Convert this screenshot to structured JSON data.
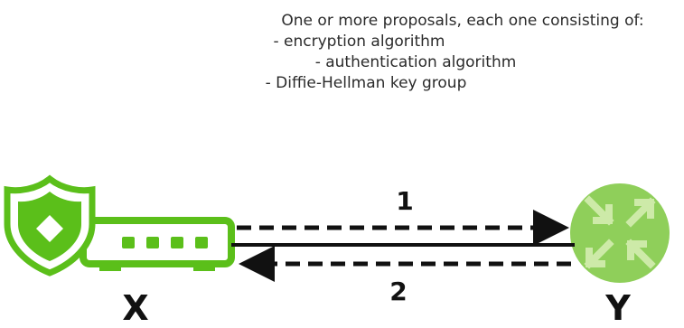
{
  "proposal_note": {
    "heading": "One or more proposals, each one consisting of:",
    "items": [
      "- encryption algorithm",
      "- authentication algorithm",
      "- Diffie-Hellman key group"
    ]
  },
  "flows": [
    {
      "number": "1",
      "direction": "X to Y"
    },
    {
      "number": "2",
      "direction": "Y to X"
    }
  ],
  "nodes": {
    "x": {
      "label": "X",
      "icon": "security-gateway-icon"
    },
    "y": {
      "label": "Y",
      "icon": "router-icon"
    }
  },
  "colors": {
    "gateway_green": "#5bbf1a",
    "router_green": "#8fcf5a",
    "arrow": "#111111"
  }
}
